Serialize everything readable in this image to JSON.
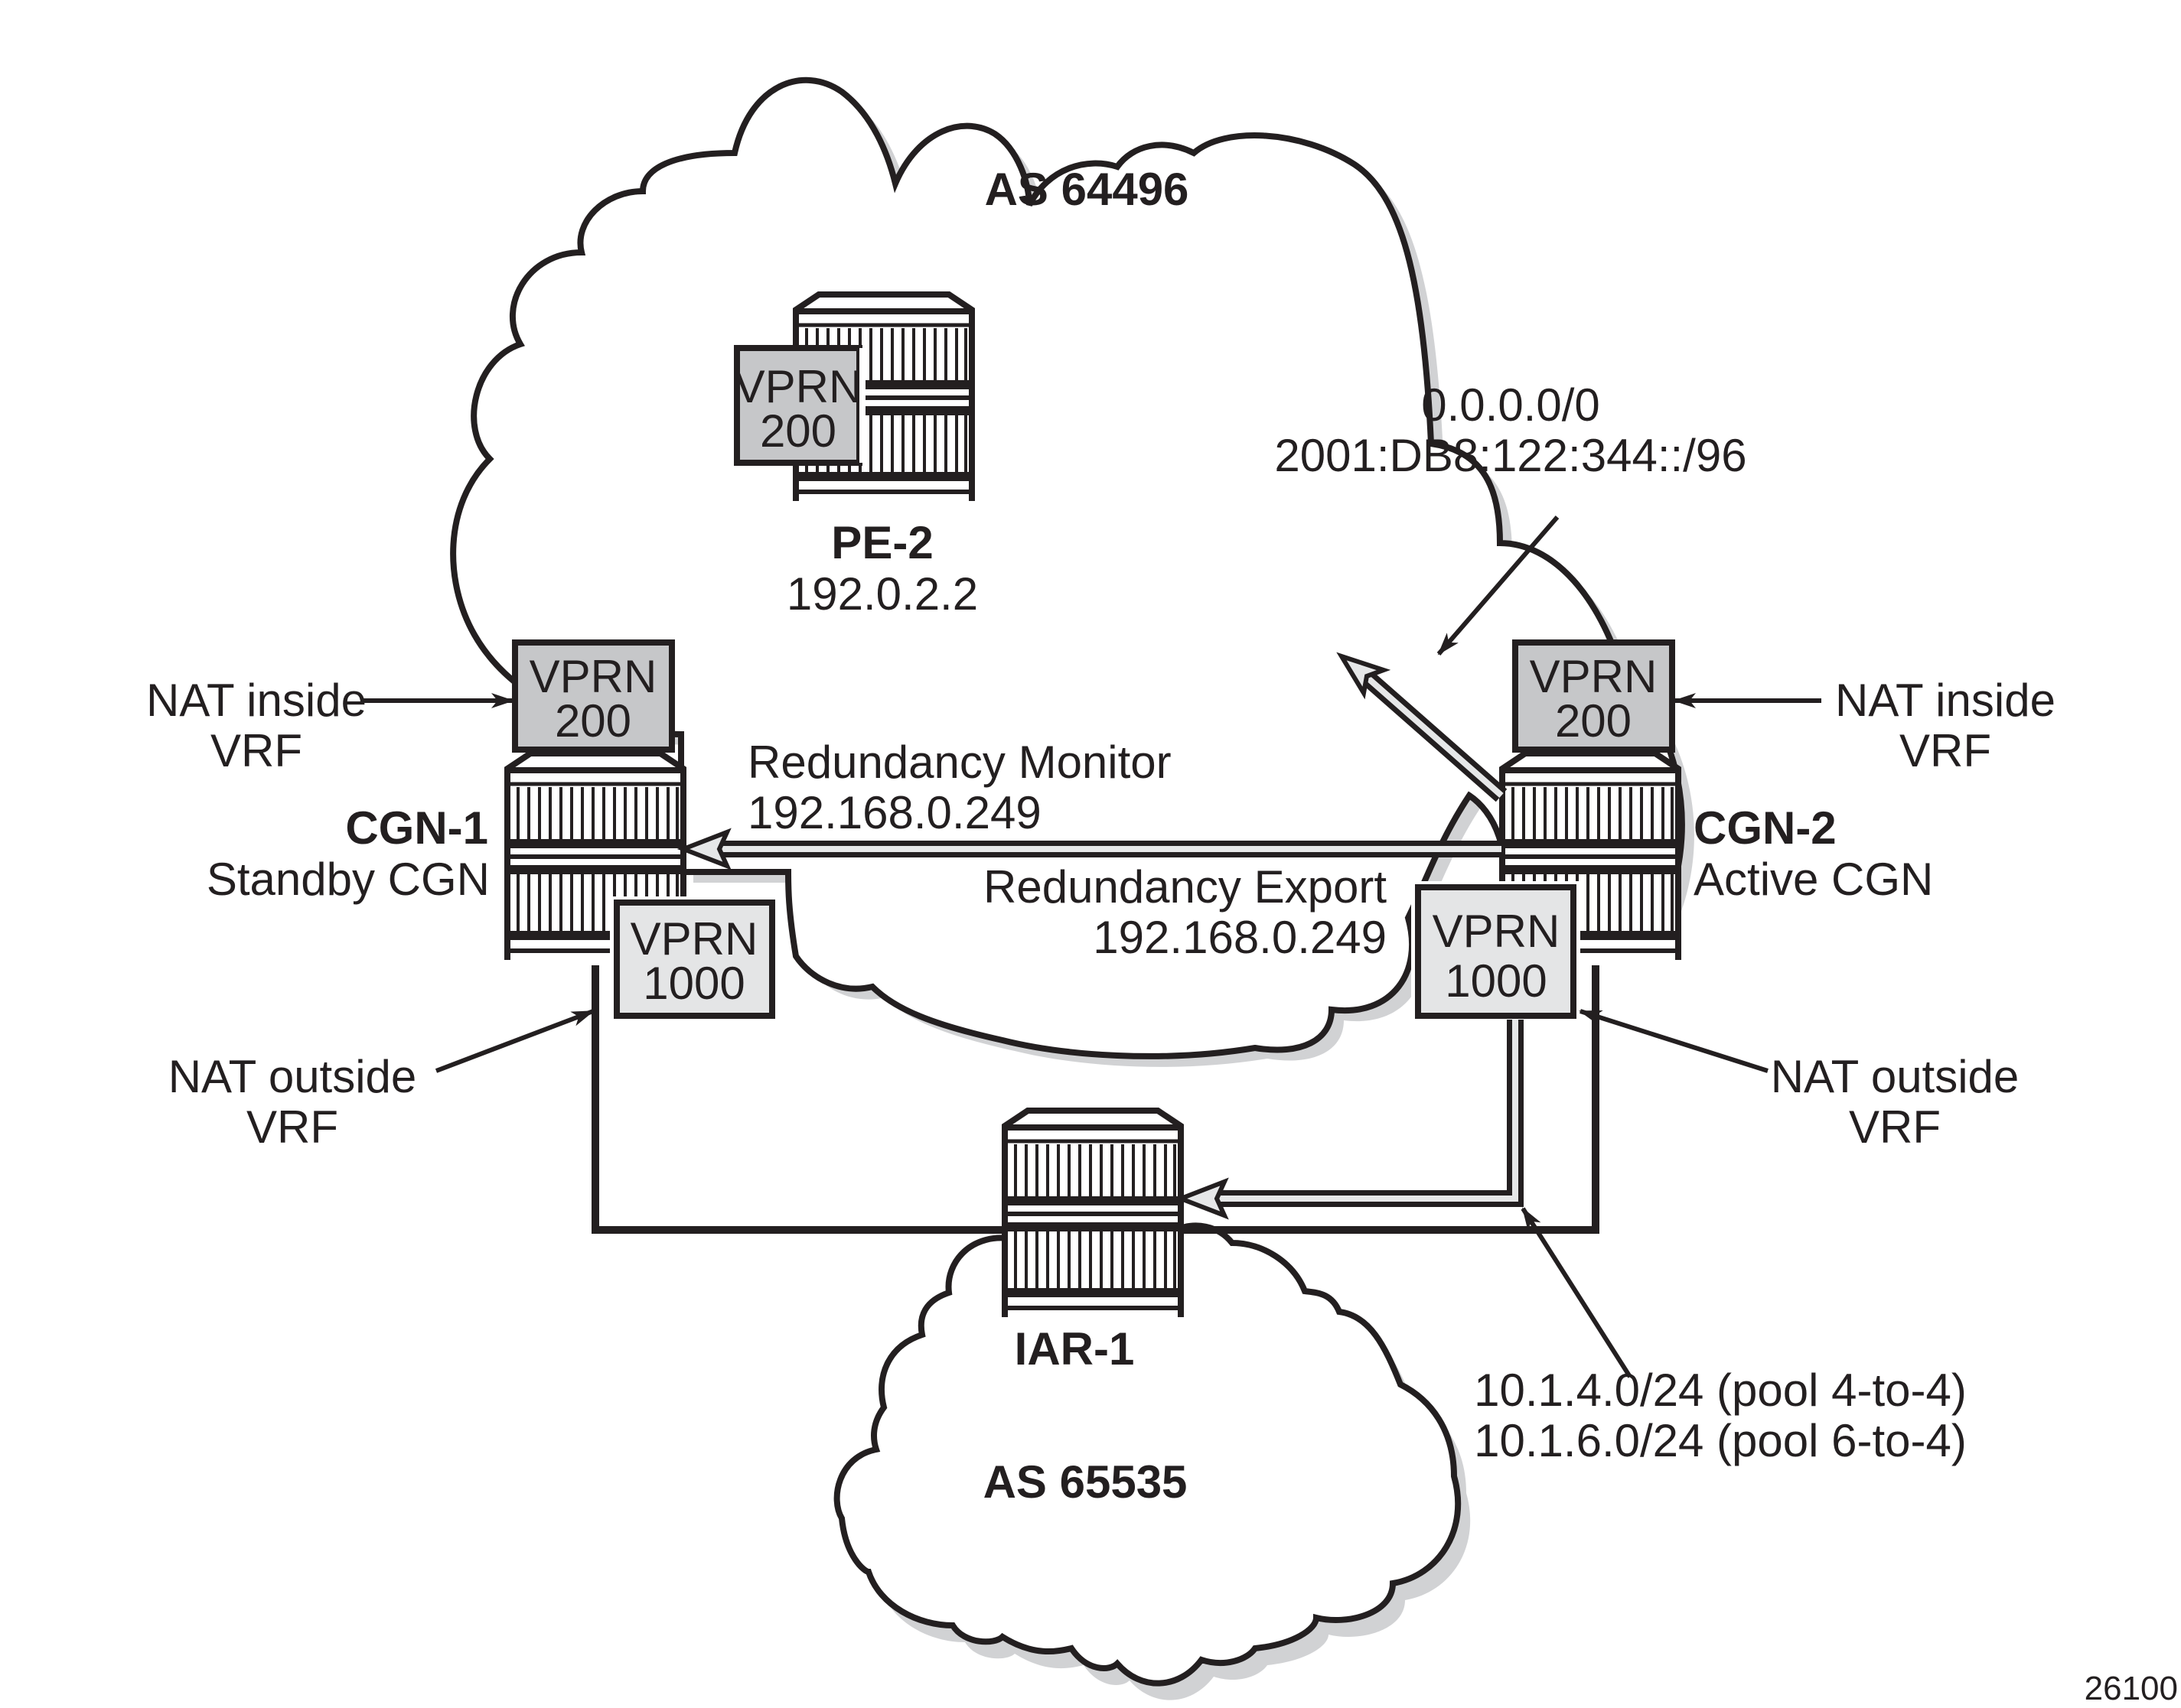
{
  "figure_id": "26100",
  "colors": {
    "stroke": "#231f20",
    "vprn_inside_fill": "#c6c7c9",
    "vprn_outside_fill": "#e4e5e6",
    "shadow": "#d1d2d4",
    "arrow_fill": "#e6e7e8",
    "background": "#ffffff"
  },
  "clouds": {
    "main": {
      "label": "AS 64496"
    },
    "lower": {
      "label": "AS 65535"
    }
  },
  "nodes": {
    "pe2": {
      "name": "PE-2",
      "address": "192.0.2.2",
      "vprn": {
        "line1": "VPRN",
        "line2": "200"
      }
    },
    "cgn1": {
      "name": "CGN-1",
      "role": "Standby CGN",
      "vprn_inside": {
        "line1": "VPRN",
        "line2": "200"
      },
      "vprn_outside": {
        "line1": "VPRN",
        "line2": "1000"
      }
    },
    "cgn2": {
      "name": "CGN-2",
      "role": "Active CGN",
      "vprn_inside": {
        "line1": "VPRN",
        "line2": "200"
      },
      "vprn_outside": {
        "line1": "VPRN",
        "line2": "1000"
      }
    },
    "iar1": {
      "name": "IAR-1"
    }
  },
  "annotations": {
    "nat_inside_left": {
      "line1": "NAT inside",
      "line2": "VRF"
    },
    "nat_inside_right": {
      "line1": "NAT inside",
      "line2": "VRF"
    },
    "nat_outside_left": {
      "line1": "NAT outside",
      "line2": "VRF"
    },
    "nat_outside_right": {
      "line1": "NAT outside",
      "line2": "VRF"
    },
    "redundancy_monitor": {
      "line1": "Redundancy Monitor",
      "line2": "192.168.0.249"
    },
    "redundancy_export": {
      "line1": "Redundancy Export",
      "line2": "192.168.0.249"
    },
    "default_routes": {
      "line1": "0.0.0.0/0",
      "line2": "2001:DB8:122:344::/96"
    },
    "pools": {
      "line1": "10.1.4.0/24 (pool 4-to-4)",
      "line2": "10.1.6.0/24 (pool 6-to-4)"
    }
  }
}
